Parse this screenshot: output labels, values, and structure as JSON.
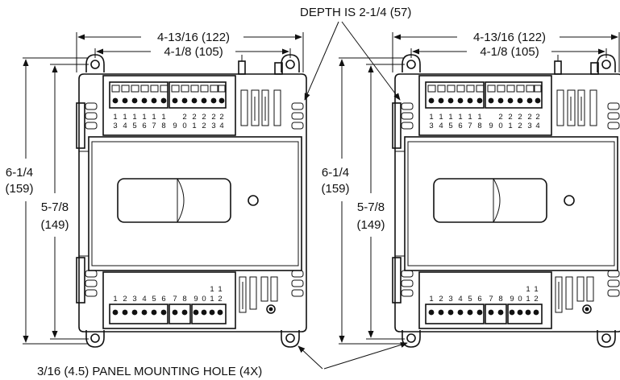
{
  "labels": {
    "depth": "DEPTH IS 2-1/4 (57)",
    "mounting_hole": "3/16 (4.5) PANEL MOUNTING HOLE (4X)",
    "overall_width": "4-13/16 (122)",
    "hole_spacing_width": "4-1/8 (105)",
    "overall_height_in": "6-1/4",
    "overall_height_mm": "(159)",
    "hole_spacing_height_in": "5-7/8",
    "hole_spacing_height_mm": "(149)"
  },
  "terminals": {
    "top_row1": [
      "1",
      "1",
      "1",
      "1",
      "1",
      "1",
      "2",
      "2",
      "2",
      "2",
      "2"
    ],
    "top_row2": [
      "3",
      "4",
      "5",
      "6",
      "7",
      "8",
      "9",
      "0",
      "1",
      "2",
      "3",
      "4"
    ],
    "bottom_row1": [
      "1",
      "1"
    ],
    "bottom_row2": [
      "1",
      "2",
      "3",
      "4",
      "5",
      "6",
      "7",
      "8",
      "9",
      "0",
      "1",
      "2"
    ]
  },
  "colors": {
    "line": "#111111",
    "background": "#ffffff"
  }
}
